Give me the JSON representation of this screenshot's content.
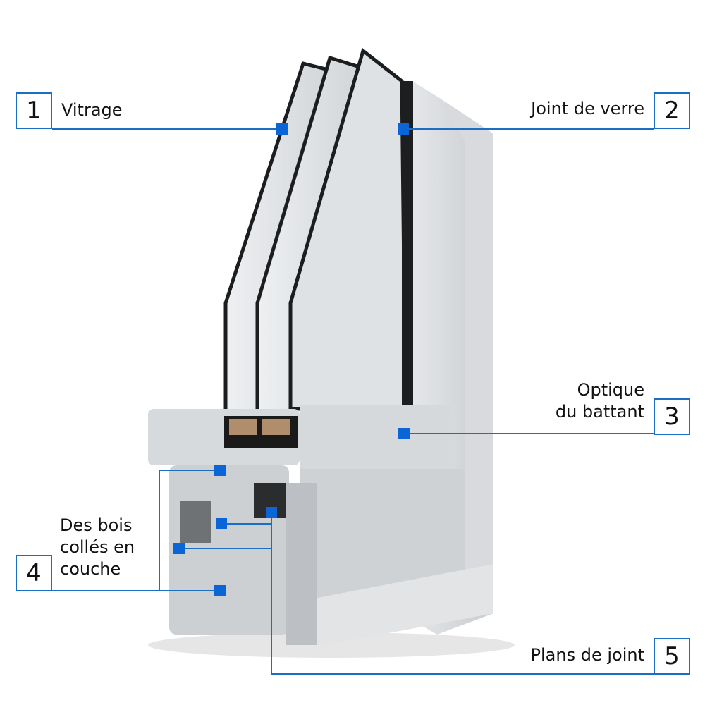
{
  "accent_color": "#1a6fc4",
  "callouts": [
    {
      "number": "1",
      "label": "Vitrage"
    },
    {
      "number": "2",
      "label": "Joint de verre"
    },
    {
      "number": "3",
      "label_lines": [
        "Optique",
        "du battant"
      ]
    },
    {
      "number": "4",
      "label_lines": [
        "Des bois",
        "collés en",
        "couche"
      ]
    },
    {
      "number": "5",
      "label": "Plans de joint"
    }
  ]
}
